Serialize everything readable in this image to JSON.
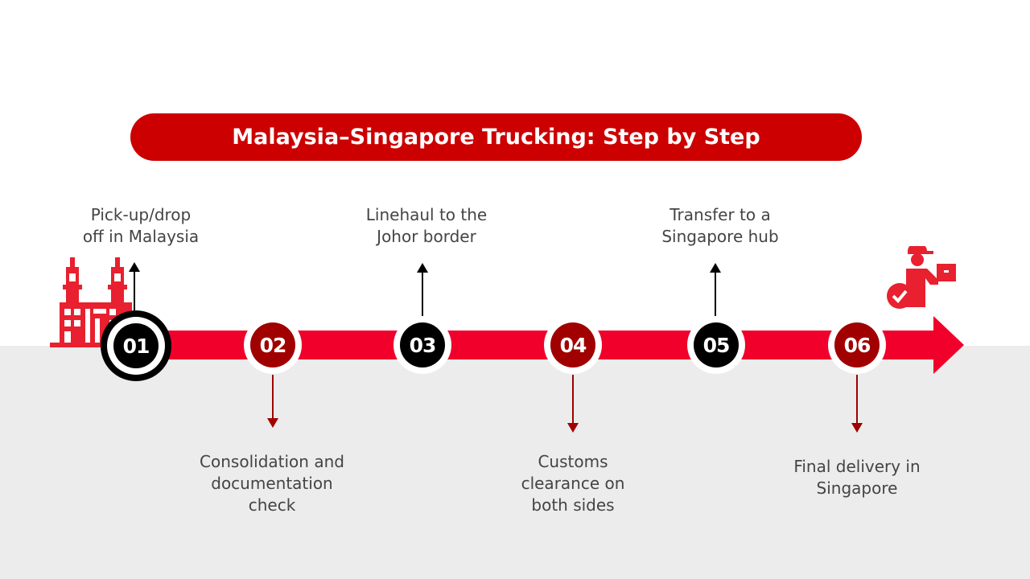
{
  "title": "Malaysia–Singapore Trucking: Step by Step",
  "colors": {
    "title_bg": "#cc0000",
    "timeline": "#f0002a",
    "dark_red": "#a00000",
    "black": "#000000",
    "bottom_bg": "#ececec"
  },
  "steps": [
    {
      "number": "01",
      "lines": [
        "Pick-up/drop",
        "off in Malaysia"
      ]
    },
    {
      "number": "02",
      "lines": [
        "Consolidation and",
        "documentation",
        "check"
      ]
    },
    {
      "number": "03",
      "lines": [
        "Linehaul to the",
        "Johor border"
      ]
    },
    {
      "number": "04",
      "lines": [
        "Customs",
        "clearance on",
        "both sides"
      ]
    },
    {
      "number": "05",
      "lines": [
        "Transfer to a",
        "Singapore hub"
      ]
    },
    {
      "number": "06",
      "lines": [
        "Final delivery in",
        "Singapore"
      ]
    }
  ],
  "icons": {
    "start": "mosque-building-icon",
    "end": "delivery-person-icon"
  }
}
